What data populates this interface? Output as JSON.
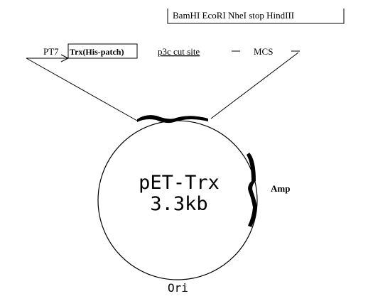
{
  "plasmid": {
    "name": "pET-Trx",
    "size": "3.3kb"
  },
  "features": {
    "promoter": "PT7",
    "tag": "Trx(His-patch)",
    "cut_site": "p3c cut site",
    "mcs": "MCS",
    "mcs_sites": "BamHI EcoRI NheI stop HindIII",
    "resistance": "Amp",
    "origin": "Ori"
  },
  "colors": {
    "line": "#000000",
    "background": "#ffffff"
  }
}
